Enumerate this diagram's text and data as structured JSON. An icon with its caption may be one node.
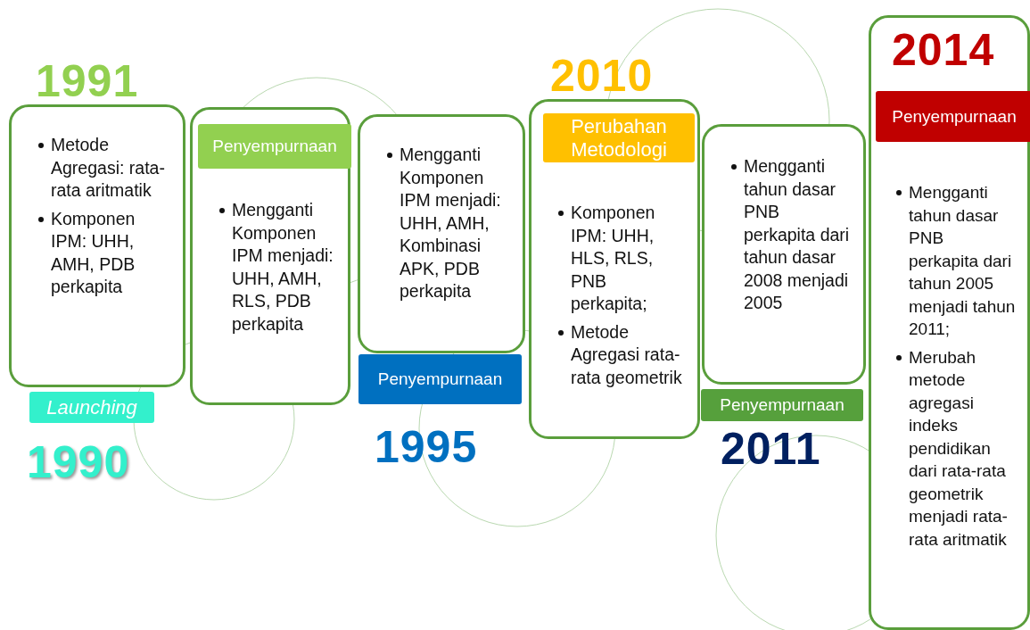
{
  "diagram": {
    "nodes": [
      {
        "text": [
          "Metode Agregasi: rata-rata aritmatik",
          "Komponen IPM: UHH, AMH, PDB perkapita"
        ]
      },
      {
        "text": [
          "Launching"
        ]
      },
      {
        "text": [
          "Mengganti Komponen IPM menjadi: UHH, AMH, RLS, PDB perkapita"
        ]
      },
      {
        "text": [
          "Penyempurnaan"
        ],
        "in": 2
      },
      {
        "text": [
          "Mengganti Komponen IPM menjadi: UHH, AMH, Kombinasi APK, PDB perkapita"
        ]
      },
      {
        "text": [
          "Penyempurnaan"
        ]
      },
      {
        "text": [
          "Komponen IPM: UHH, HLS, RLS, PNB perkapita;",
          "Metode Agregasi rata-rata geometrik"
        ]
      },
      {
        "text": [
          "Perubahan Metodologi"
        ],
        "in": 6
      },
      {
        "text": [
          "Mengganti tahun dasar PNB perkapita dari tahun dasar 2008 menjadi 2005"
        ]
      },
      {
        "text": [
          "Penyempurnaan"
        ]
      },
      {
        "text": [
          "Mengganti tahun dasar PNB perkapita dari tahun 2005 menjadi tahun 2011;",
          "Merubah metode agregasi indeks pendidikan dari rata-rata geometrik menjadi rata-rata aritmatik"
        ]
      },
      {
        "text": [
          "Penyempurnaan"
        ],
        "in": 10
      }
    ],
    "edges": [],
    "labels": [
      "1991",
      "1990",
      "1995",
      "2010",
      "2011",
      "2014"
    ]
  }
}
